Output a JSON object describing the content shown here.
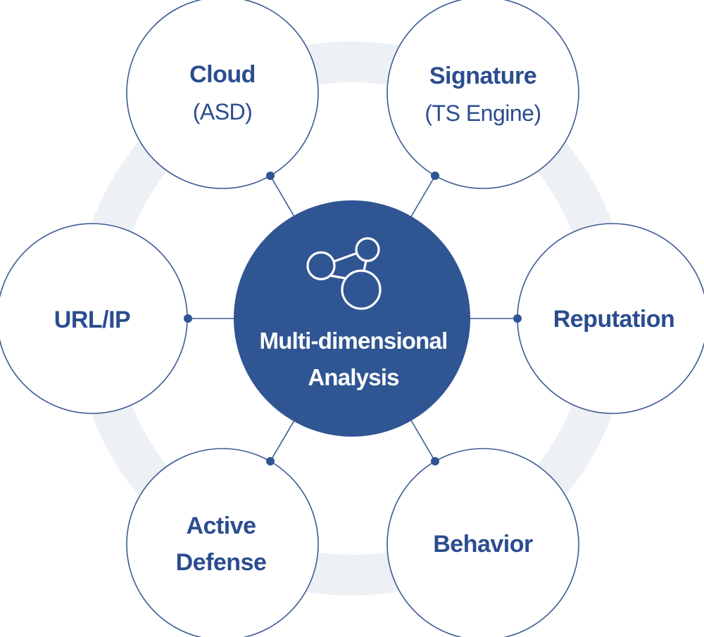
{
  "center": {
    "line1": "Multi-dimensional",
    "line2": "Analysis",
    "icon": "network-nodes-icon"
  },
  "nodes": {
    "cloud": {
      "title": "Cloud",
      "subtitle": "(ASD)"
    },
    "signature": {
      "title": "Signature",
      "subtitle": "(TS Engine)"
    },
    "url_ip": {
      "title": "URL/IP"
    },
    "reputation": {
      "title": "Reputation"
    },
    "active_defense": {
      "line1": "Active",
      "line2": "Defense"
    },
    "behavior": {
      "title": "Behavior"
    }
  },
  "colors": {
    "primary": "#2f5593",
    "text": "#2b4d8f",
    "ring": "#edf1f5",
    "circle_border": "#3d5a94",
    "background": "#ffffff"
  }
}
